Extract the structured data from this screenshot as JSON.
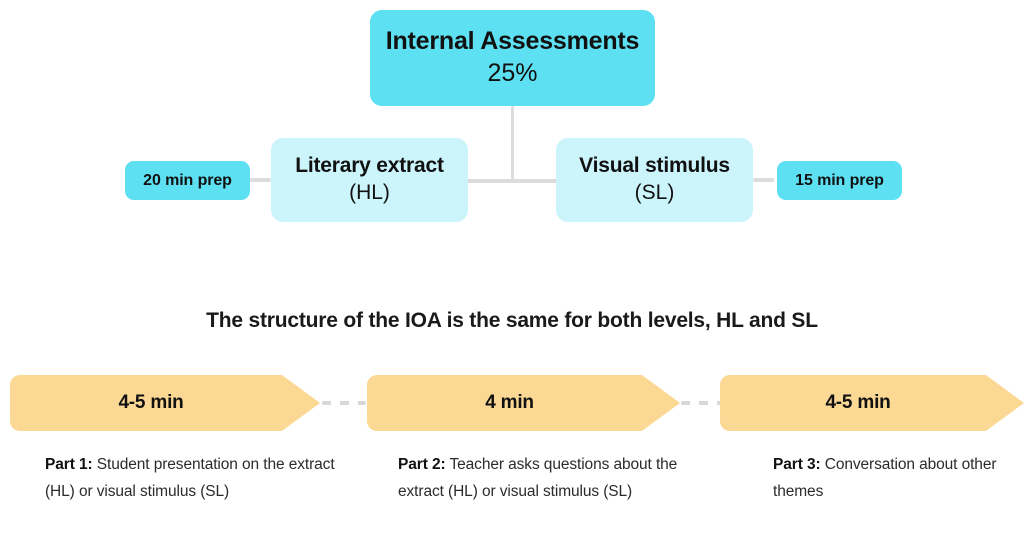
{
  "diagram": {
    "top_node": {
      "title": "Internal Assessments",
      "weight": "25%"
    },
    "branches": [
      {
        "title": "Literary extract",
        "level": "(HL)",
        "prep": "20 min prep"
      },
      {
        "title": "Visual stimulus",
        "level": "(SL)",
        "prep": "15 min prep"
      }
    ],
    "caption": "The structure of the IOA is the same for both levels, HL and SL",
    "timeline": [
      {
        "duration": "4-5 min",
        "part_label": "Part 1:",
        "part_text": " Student presentation on the extract (HL) or visual stimulus (SL)"
      },
      {
        "duration": "4 min",
        "part_label": "Part 2:",
        "part_text": " Teacher asks questions about the extract (HL) or visual stimulus (SL)"
      },
      {
        "duration": "4-5 min",
        "part_label": "Part 3:",
        "part_text": " Conversation about other themes"
      }
    ],
    "colors": {
      "accent_strong": "#5CE0F2",
      "accent_light": "#CCF4FB",
      "arrow": "#FBD994",
      "connector": "#DCDCDC"
    }
  }
}
